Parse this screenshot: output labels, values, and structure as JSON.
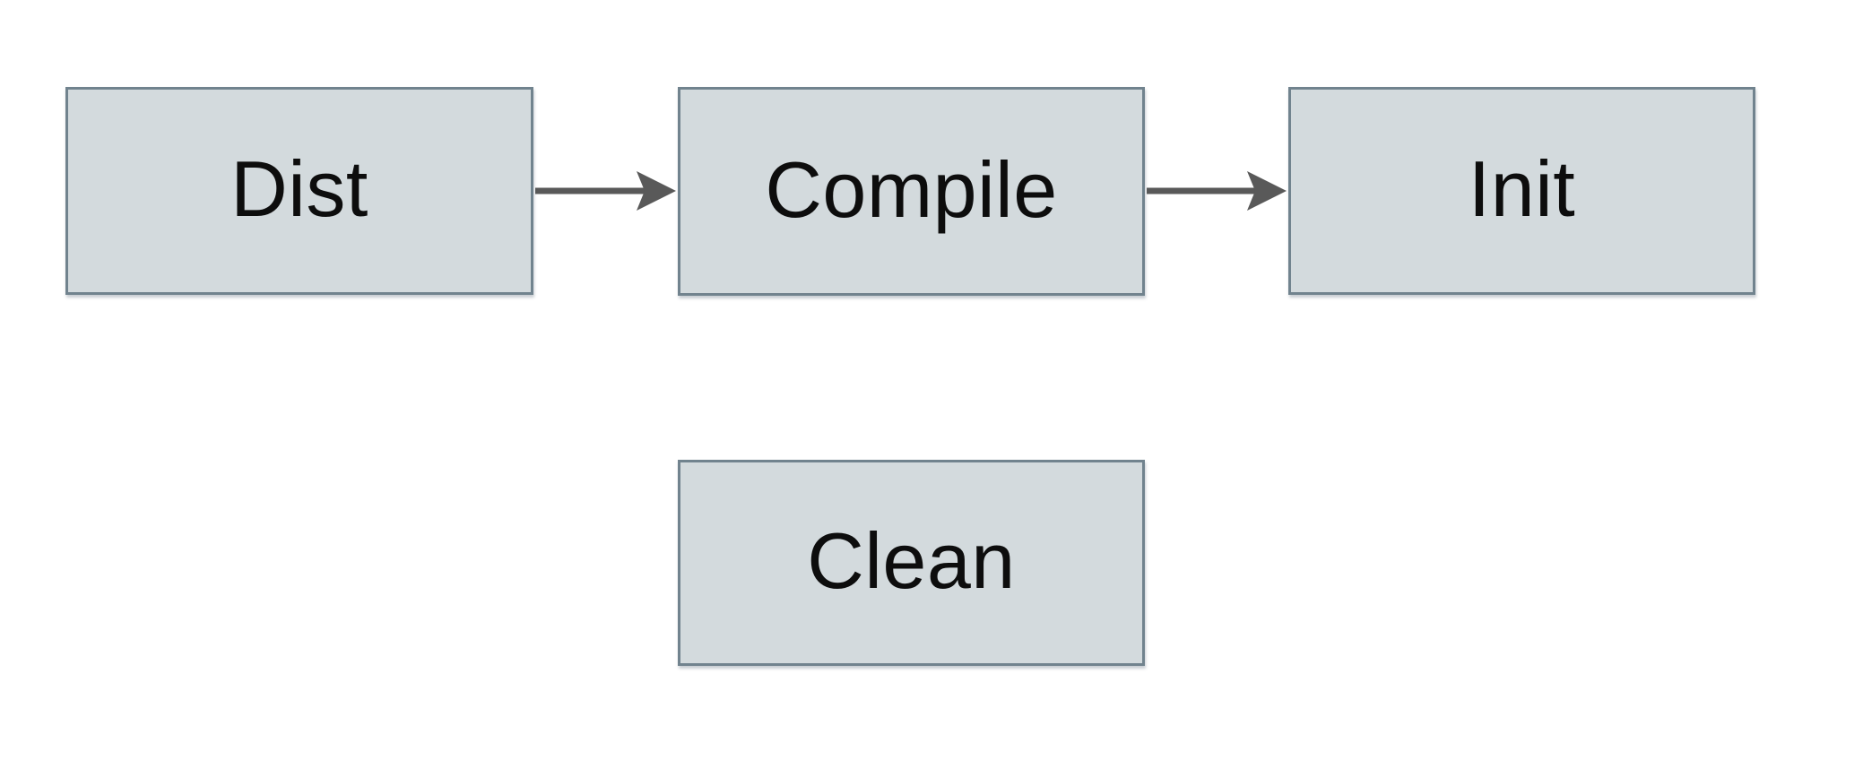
{
  "diagram": {
    "type": "flowchart",
    "background_color": "#ffffff",
    "node_fill_color": "#d3dadd",
    "node_border_color": "#71838e",
    "text_color": "#0d0d0d",
    "arrow_color": "#595959",
    "nodes": [
      {
        "id": "dist",
        "label": "Dist"
      },
      {
        "id": "compile",
        "label": "Compile"
      },
      {
        "id": "init",
        "label": "Init"
      },
      {
        "id": "clean",
        "label": "Clean"
      }
    ],
    "edges": [
      {
        "from": "Dist",
        "to": "Compile"
      },
      {
        "from": "Compile",
        "to": "Init"
      }
    ]
  }
}
